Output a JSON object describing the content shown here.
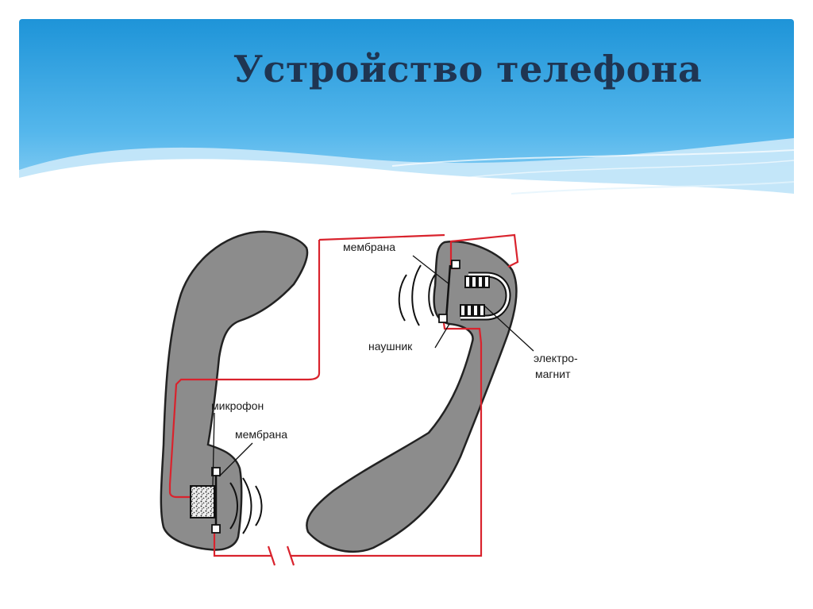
{
  "slide": {
    "title": "Устройство телефона"
  },
  "diagram": {
    "labels": {
      "membrane_receiver": "мембрана",
      "earpiece": "наушник",
      "electromagnet_line1": "электро-",
      "electromagnet_line2": "магнит",
      "microphone": "микрофон",
      "membrane_mic": "мембрана"
    },
    "colors": {
      "header_top": "#1e94d8",
      "header_bottom": "#8ed0f5",
      "handset_fill": "#8c8c8c",
      "handset_stroke": "#222222",
      "wire": "#d9232d",
      "title": "#1f3552"
    }
  }
}
